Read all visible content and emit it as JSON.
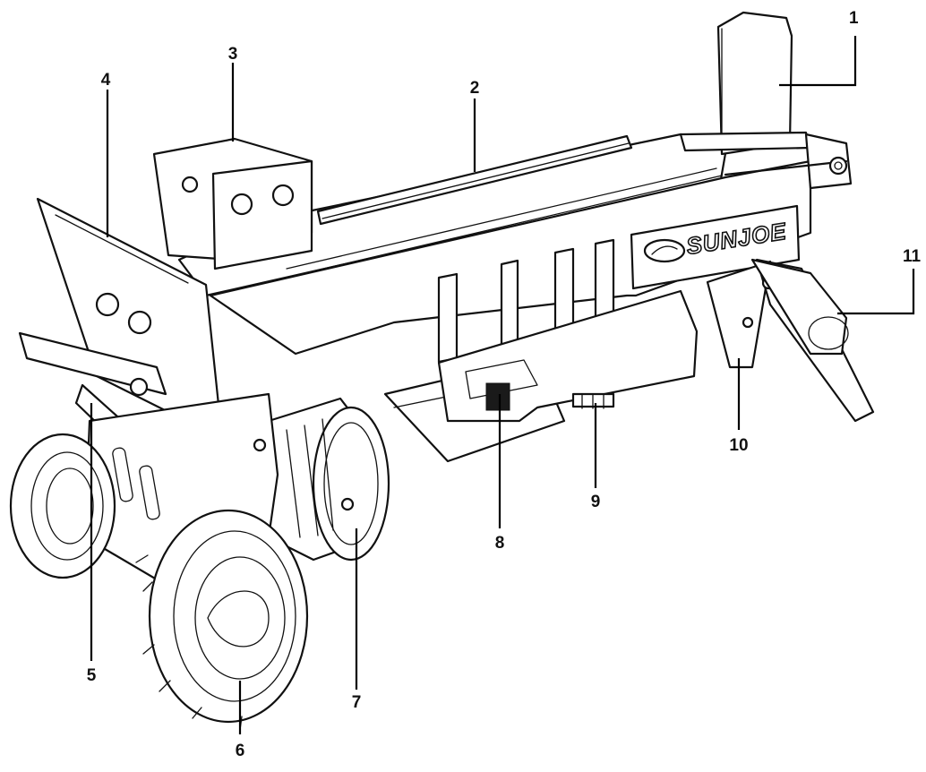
{
  "brand": {
    "text": "SUNJOE"
  },
  "callouts": [
    {
      "id": "1",
      "label": "1"
    },
    {
      "id": "2",
      "label": "2"
    },
    {
      "id": "3",
      "label": "3"
    },
    {
      "id": "4",
      "label": "4"
    },
    {
      "id": "5",
      "label": "5"
    },
    {
      "id": "6",
      "label": "6"
    },
    {
      "id": "7",
      "label": "7"
    },
    {
      "id": "8",
      "label": "8"
    },
    {
      "id": "9",
      "label": "9"
    },
    {
      "id": "10",
      "label": "10"
    },
    {
      "id": "11",
      "label": "11"
    }
  ],
  "colors": {
    "line": "#111111",
    "background": "#ffffff"
  }
}
